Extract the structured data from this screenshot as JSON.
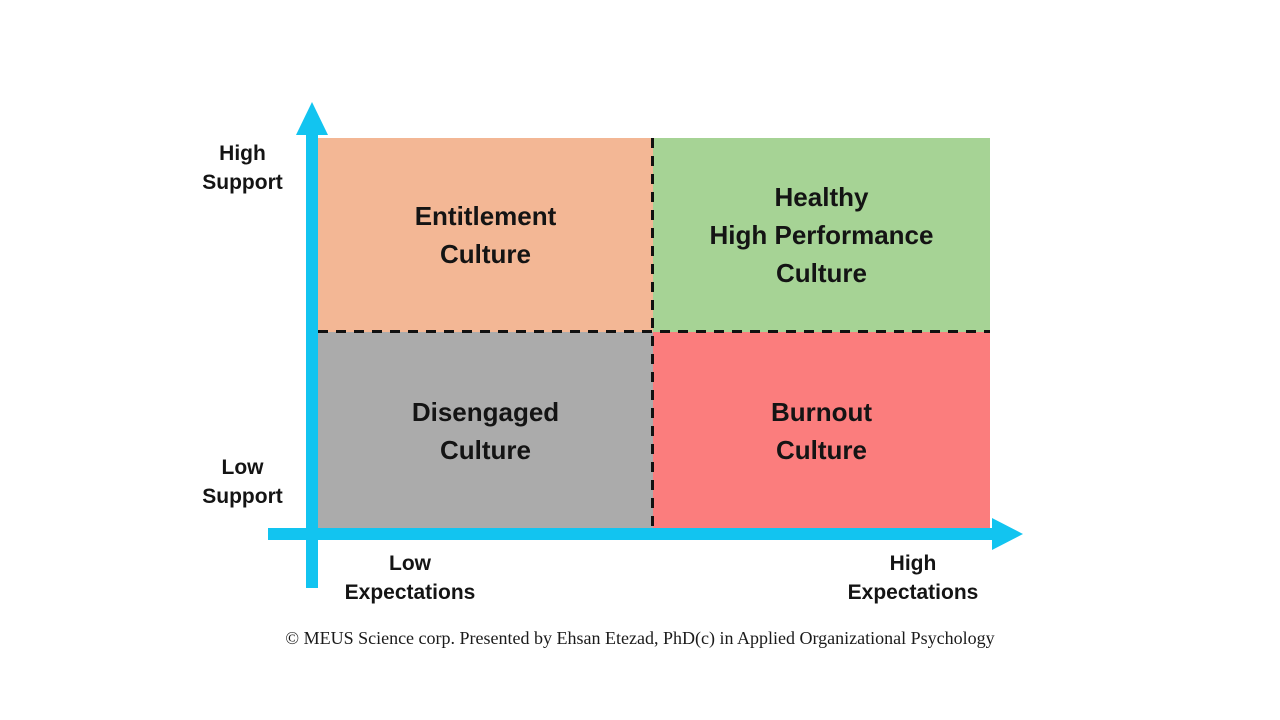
{
  "diagram": {
    "type": "2x2-quadrant-matrix",
    "colors": {
      "axis": "#12C4F0",
      "dashed_line": "#111111",
      "text": "#141414",
      "background": "#FFFFFF"
    },
    "y_axis": {
      "high_label": "High\nSupport",
      "low_label": "Low\nSupport"
    },
    "x_axis": {
      "low_label": "Low\nExpectations",
      "high_label": "High\nExpectations"
    },
    "quadrants": {
      "top_left": {
        "label": "Entitlement\nCulture",
        "color": "#F3B795"
      },
      "top_right": {
        "label": "Healthy\nHigh Performance\nCulture",
        "color": "#A6D395"
      },
      "bottom_left": {
        "label": "Disengaged\nCulture",
        "color": "#ABABAB"
      },
      "bottom_right": {
        "label": "Burnout\nCulture",
        "color": "#FB7D7D"
      }
    },
    "footer": "© MEUS Science corp. Presented by Ehsan Etezad, PhD(c) in Applied Organizational Psychology"
  }
}
